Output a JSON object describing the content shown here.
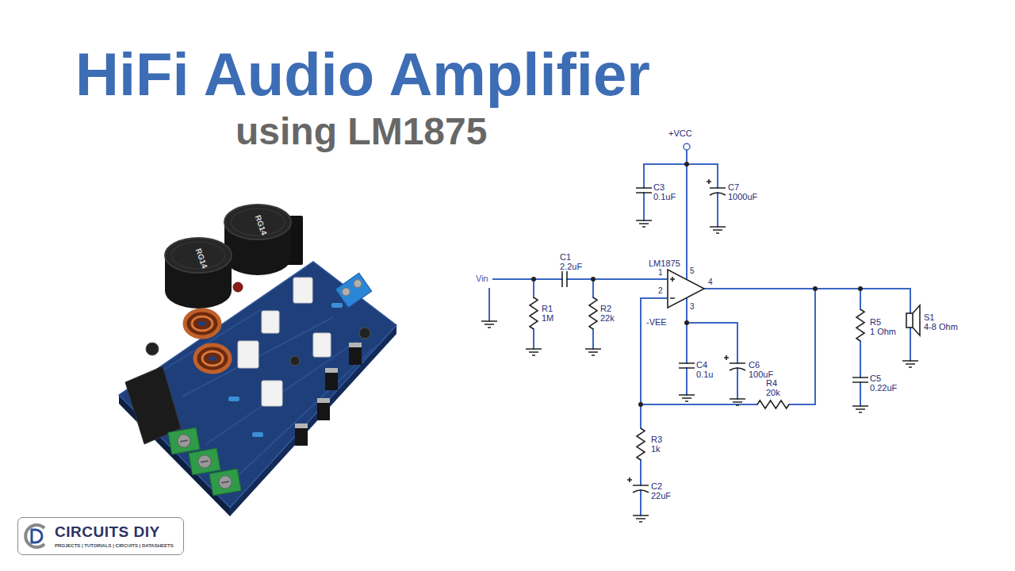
{
  "diagram": {
    "title": "HiFi Audio Amplifier",
    "nodes": [
      {
        "text": [
          "CIRCUITS DIY",
          "PROJECTS | TUTORIALS | CIRCUITS | DATASHEETS"
        ]
      }
    ],
    "labels": [
      "using LM1875",
      "+VCC",
      "C3",
      "0.1uF",
      "C7",
      "1000uF",
      "C1",
      "2.2uF",
      "LM1875",
      "Vin",
      "R1",
      "1M",
      "R2",
      "22k",
      "1",
      "2",
      "5",
      "3",
      "4",
      "-VEE",
      "C4",
      "0.1u",
      "C6",
      "100uF",
      "R5",
      "1 Ohm",
      "S1",
      "4-8 Ohm",
      "C5",
      "0.22uF",
      "R4",
      "20k",
      "R3",
      "1k",
      "C2",
      "22uF",
      "RG14",
      "RG14"
    ]
  }
}
